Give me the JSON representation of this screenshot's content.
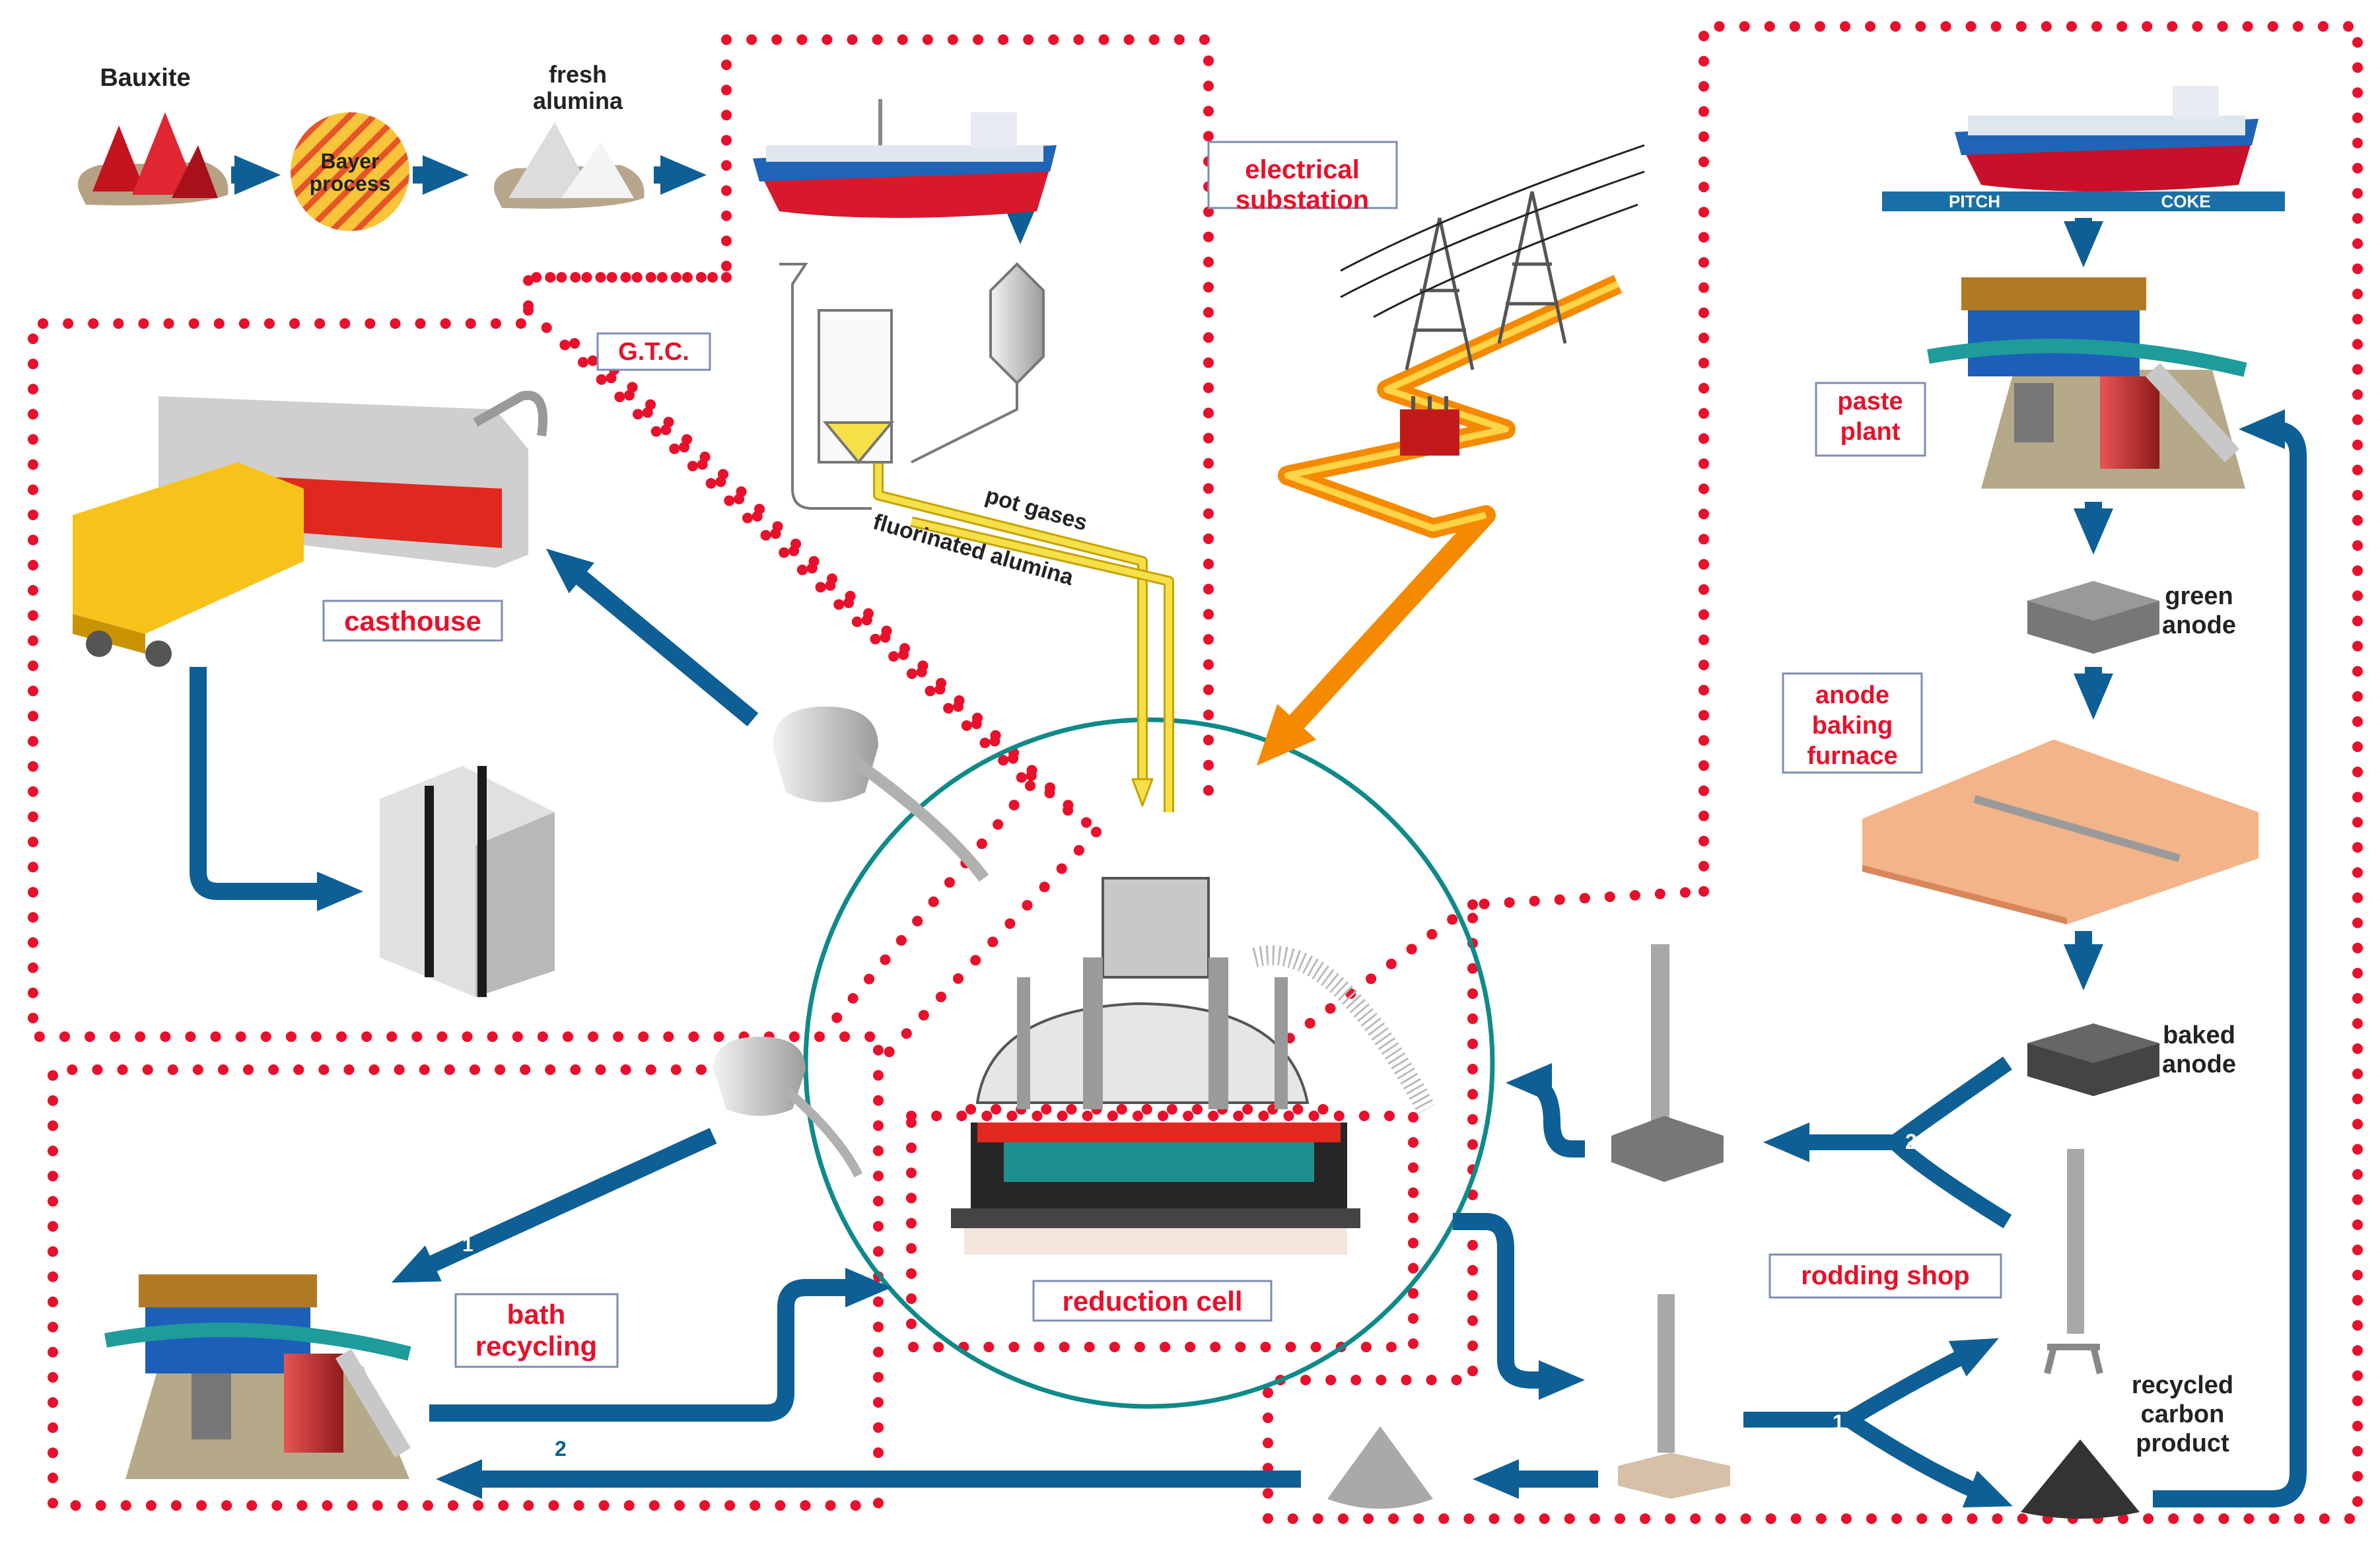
{
  "colors": {
    "flow_arrow": "#0e5f95",
    "zone_border": "#e8102a",
    "label_red": "#e8102a",
    "label_box_border": "#7d8cb5",
    "cell_circle": "#0f8a8a",
    "gas_line": "#f5e04a",
    "power_line": "#f58a00",
    "ship_hull_red": "#d8192c",
    "ship_hull_blue": "#1f64b6"
  },
  "labels": {
    "bauxite": "Bauxite",
    "bayer": "Bayer process",
    "fresh_alumina": "fresh alumina",
    "electrical_substation": "electrical substation",
    "gtc": "G.T.C.",
    "pot_gases": "pot gases",
    "fluorinated_alumina": "fluorinated alumina",
    "casthouse": "casthouse",
    "paste_plant": "paste plant",
    "pitch": "PITCH",
    "coke": "COKE",
    "green_anode": "green anode",
    "anode_baking_furnace": "anode baking furnace",
    "baked_anode": "baked anode",
    "rodding_shop": "rodding shop",
    "recycled_carbon_product": "recycled carbon product",
    "reduction_cell": "reduction cell",
    "bath_recycling": "bath recycling"
  },
  "route_numbers": {
    "bath_route_1": "1",
    "bath_route_2": "2",
    "rodding_route_1": "1",
    "rodding_route_2": "2"
  },
  "icons": [
    "bauxite-pile-icon",
    "bayer-process-icon",
    "alumina-pile-icon",
    "cargo-ship-icon",
    "gas-treatment-center-icon",
    "transmission-tower-icon",
    "transformer-icon",
    "casting-machine-icon",
    "ingot-stack-icon",
    "crucible-icon",
    "paste-plant-icon",
    "anode-block-icon",
    "baking-furnace-icon",
    "anode-rod-icon",
    "carbon-pile-icon",
    "bath-crusher-icon",
    "bath-pile-icon",
    "reduction-pot-icon"
  ]
}
